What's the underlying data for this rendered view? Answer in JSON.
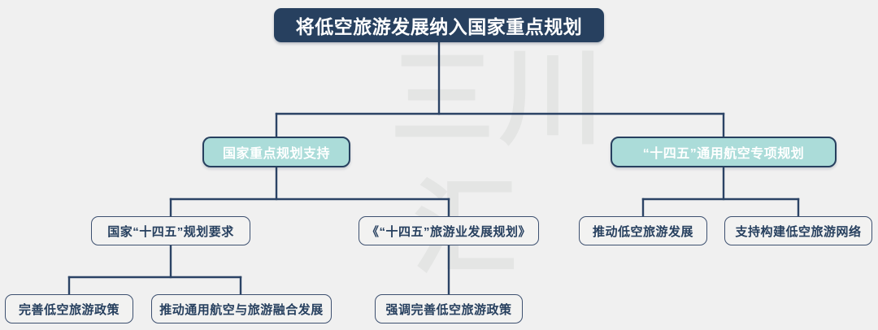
{
  "diagram": {
    "type": "organization-tree",
    "background_color": "#f0f0f0",
    "accent_dark": "#27405f",
    "accent_teal": "#abdcd9",
    "watermark": {
      "line1": "三川",
      "line2": "汇",
      "color": "#e4e5e4"
    },
    "root": {
      "label": "将低空旅游发展纳入国家重点规划"
    },
    "level2": [
      {
        "label": "国家重点规划支持"
      },
      {
        "label": "“十四五”通用航空专项规划"
      }
    ],
    "level3": [
      {
        "label": "国家“十四五”规划要求"
      },
      {
        "label": "《“十四五”旅游业发展规划》"
      },
      {
        "label": "推动低空旅游发展"
      },
      {
        "label": "支持构建低空旅游网络"
      }
    ],
    "level4": [
      {
        "label": "完善低空旅游政策"
      },
      {
        "label": "推动通用航空与旅游融合发展"
      },
      {
        "label": "强调完善低空旅游政策"
      }
    ]
  }
}
